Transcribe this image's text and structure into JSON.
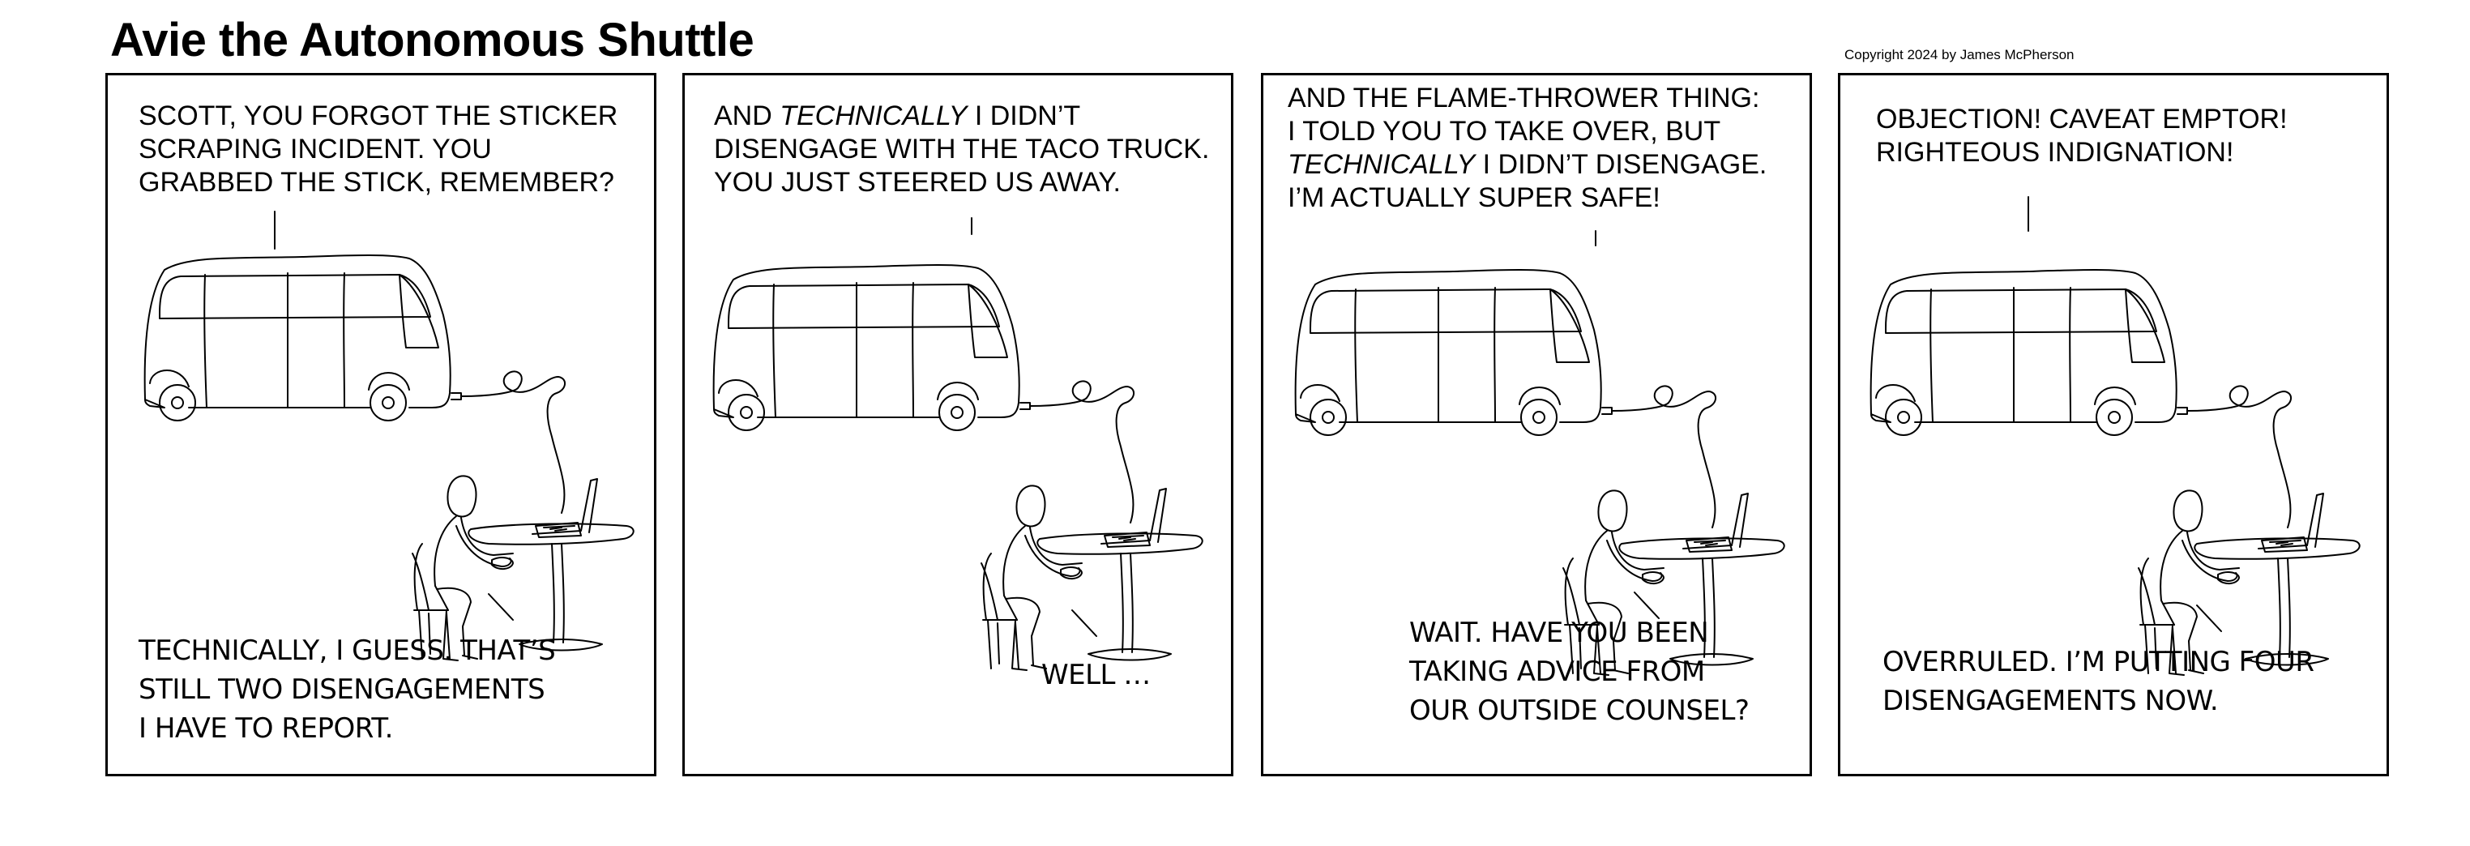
{
  "comic": {
    "title": "Avie the Autonomous Shuttle",
    "copyright": "Copyright 2024 by James McPherson"
  },
  "panels": [
    {
      "shuttle_lines": [
        {
          "pre": "SCOTT, YOU FORGOT THE STICKER",
          "em": "",
          "post": ""
        },
        {
          "pre": "SCRAPING INCIDENT. YOU",
          "em": "",
          "post": ""
        },
        {
          "pre": "GRABBED THE STICK, REMEMBER?",
          "em": "",
          "post": ""
        }
      ],
      "scott_lines": [
        "TECHNICALLY, I GUESS. THAT’S",
        "STILL TWO  DISENGAGEMENTS",
        "I HAVE TO REPORT."
      ]
    },
    {
      "shuttle_lines": [
        {
          "pre": "AND ",
          "em": "TECHNICALLY",
          "post": " I DIDN’T"
        },
        {
          "pre": "DISENGAGE WITH THE TACO TRUCK.",
          "em": "",
          "post": ""
        },
        {
          "pre": "YOU JUST STEERED US AWAY.",
          "em": "",
          "post": ""
        }
      ],
      "scott_lines": [
        "WELL …"
      ]
    },
    {
      "shuttle_lines": [
        {
          "pre": "AND THE FLAME-THROWER THING:",
          "em": "",
          "post": ""
        },
        {
          "pre": "I TOLD YOU TO TAKE OVER, BUT",
          "em": "",
          "post": ""
        },
        {
          "pre": "",
          "em": "TECHNICALLY",
          "post": " I DIDN’T DISENGAGE."
        },
        {
          "pre": "I’M ACTUALLY SUPER SAFE!",
          "em": "",
          "post": ""
        }
      ],
      "scott_lines": [
        "WAIT. HAVE YOU BEEN",
        "TAKING ADVICE FROM",
        "OUR OUTSIDE COUNSEL?"
      ]
    },
    {
      "shuttle_lines": [
        {
          "pre": "OBJECTION! CAVEAT EMPTOR!",
          "em": "",
          "post": ""
        },
        {
          "pre": "RIGHTEOUS INDIGNATION!",
          "em": "",
          "post": ""
        }
      ],
      "scott_lines": [
        "OVERRULED. I’M PUTTING FOUR",
        "DISENGAGEMENTS NOW."
      ]
    }
  ]
}
